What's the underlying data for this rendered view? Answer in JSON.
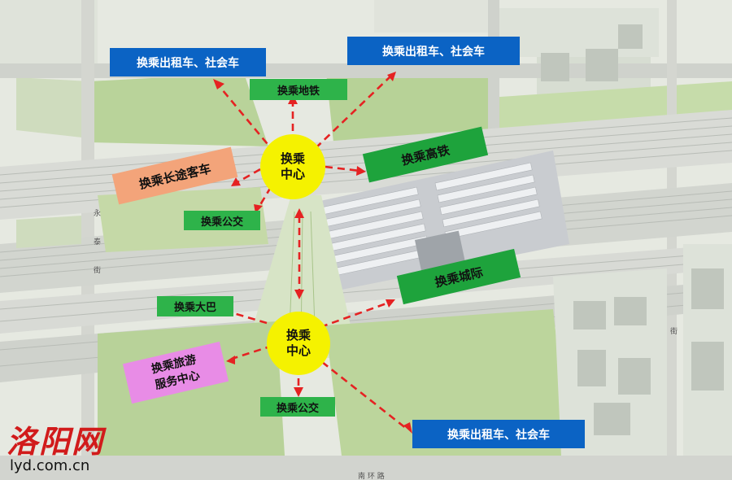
{
  "labels": {
    "taxi_tl": "换乘出租车、社会车",
    "taxi_tr": "换乘出租车、社会车",
    "taxi_br": "换乘出租车、社会车",
    "metro": "换乘地铁",
    "hsr": "换乘高铁",
    "long_bus": "换乘长途客车",
    "bus_top": "换乘公交",
    "bus_bottom": "换乘公交",
    "intercity": "换乘城际",
    "coach": "换乘大巴",
    "tourism_line1": "换乘旅游",
    "tourism_line2": "服务中心"
  },
  "hubs": {
    "top": {
      "line1": "换乘",
      "line2": "中心"
    },
    "bottom": {
      "line1": "换乘",
      "line2": "中心"
    }
  },
  "roads": {
    "south_ring": "南 环 路",
    "street_left": "永",
    "street_left2": "泰",
    "street_left3": "街",
    "street_right": "街"
  },
  "watermark": {
    "cn": "洛阳网",
    "domain": "lyd.com.cn"
  },
  "colors": {
    "arrow": "#e52222",
    "hub": "#f5f200",
    "blue": "#0b63c4",
    "green": "#1ea33c",
    "orange": "#f3a47a",
    "pink": "#e88ce6"
  }
}
